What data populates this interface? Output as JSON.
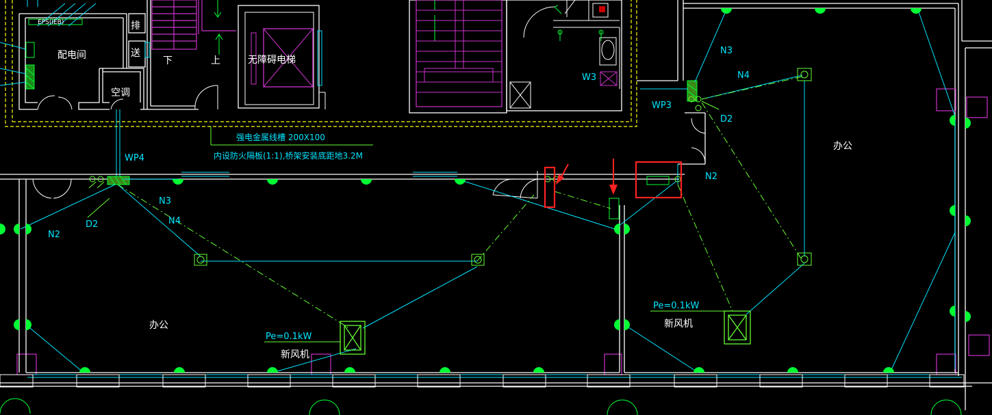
{
  "drawing": {
    "colors": {
      "background": "#000000",
      "wall": "#ffffff",
      "wire": "#00e5ff",
      "fixture": "#00ff33",
      "equipment": "#66ff33",
      "yellow": "#ffff00",
      "magenta": "#cc33cc",
      "highlight": "#ff2222",
      "text_white": "#ffffff",
      "text_cyan": "#00e5ff"
    },
    "rooms": {
      "power_room": "配电间",
      "ac_room": "空调",
      "barrier_free_elevator": "无障碍电梯",
      "office_left": "办公",
      "office_right": "办公"
    },
    "labels": {
      "eps_ieb": "EPS(IEB)",
      "pai": "排",
      "song": "送",
      "stair_down": "下",
      "stair_up": "上",
      "w3": "W3",
      "wp3": "WP3",
      "wp4": "WP4",
      "n2_left": "N2",
      "n2_right": "N2",
      "n3_left": "N3",
      "n3_right": "N3",
      "n4_left": "N4",
      "n4_right": "N4",
      "d2_left": "D2",
      "d2_right": "D2",
      "tray_line1": "强电金属线槽 200X100",
      "tray_line2": "内设防火隔板(1:1),桥架安装底距地3.2M",
      "pe_left": "Pe=0.1kW",
      "fan_left": "新风机",
      "pe_right": "Pe=0.1kW",
      "fan_right": "新风机"
    }
  }
}
